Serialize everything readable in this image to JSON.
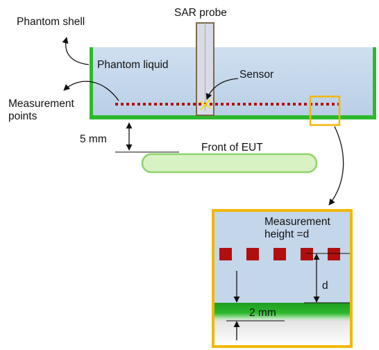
{
  "labels": {
    "sar_probe": "SAR probe",
    "phantom_shell": "Phantom  shell",
    "phantom_liquid": "Phantom  liquid",
    "sensor": "Sensor",
    "measurement_points_1": "Measurement",
    "measurement_points_2": "points",
    "five_mm": "5 mm",
    "front_of_eut": "Front of EUT",
    "measurement_height_1": "Measurement",
    "measurement_height_2": "height =d",
    "d": "d",
    "two_mm": "2 mm"
  },
  "colors": {
    "shell_green": "#2db82d",
    "liquid_blue": "#c4d6ea",
    "point_red": "#b10f0f",
    "zoom_frame": "#f2b705",
    "eut_fill": "#d9f2c4",
    "eut_stroke": "#8fd36a",
    "probe": "#7a6a4a"
  },
  "icons": [
    "curved-arrow-icon",
    "crosshair-icon"
  ]
}
